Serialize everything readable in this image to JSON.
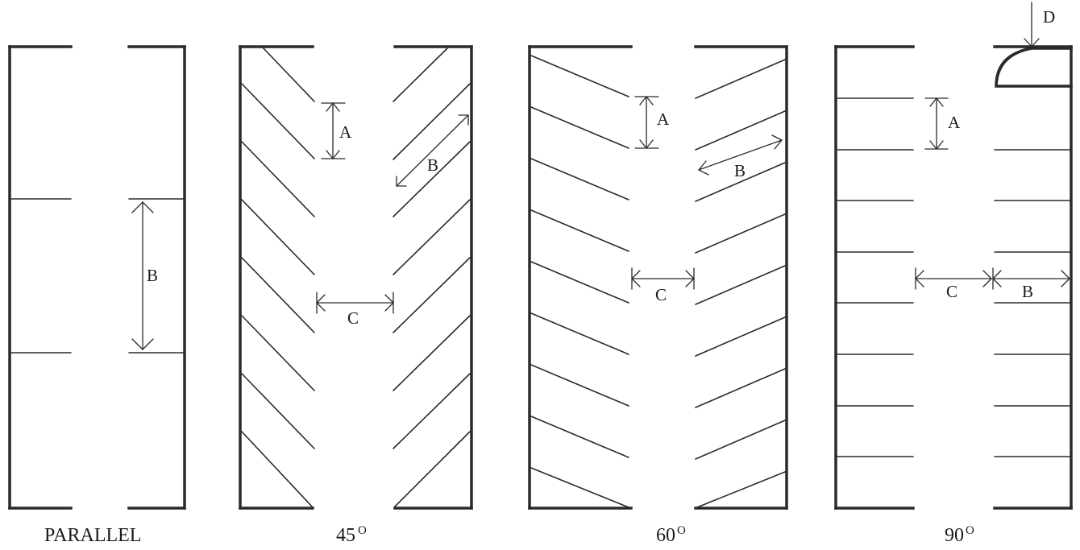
{
  "panels": {
    "parallel": {
      "caption": "PARALLEL",
      "dim_b": "B"
    },
    "deg45": {
      "angle": "45",
      "degree_mark": "O",
      "dim_a": "A",
      "dim_b": "B",
      "dim_c": "C"
    },
    "deg60": {
      "angle": "60",
      "degree_mark": "O",
      "dim_a": "A",
      "dim_b": "B",
      "dim_c": "C"
    },
    "deg90": {
      "angle": "90",
      "degree_mark": "O",
      "dim_a": "A",
      "dim_b": "B",
      "dim_c": "C",
      "dim_d": "D"
    }
  }
}
